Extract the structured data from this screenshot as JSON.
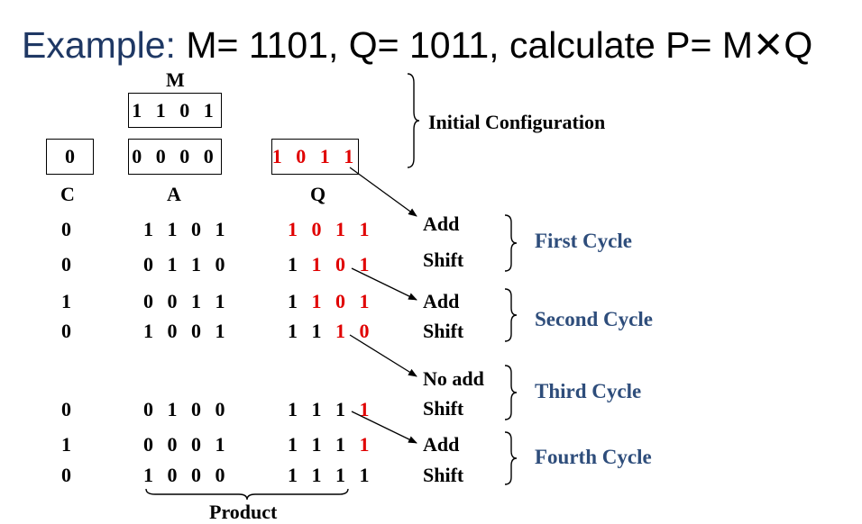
{
  "title": {
    "lead": "Example:",
    "rest": "M= 1101, Q= 1011,  calculate P= M✕Q"
  },
  "headers": {
    "m": "M",
    "c": "C",
    "a": "A",
    "q": "Q"
  },
  "initial": {
    "m": "1 1 0 1",
    "c": "0",
    "a": "0 0 0 0",
    "q": "1 0 1 1",
    "label": "Initial Configuration"
  },
  "rows": [
    {
      "c": "0",
      "a": "1 1 0 1",
      "q_black": "",
      "q_red": "1 0 1 1",
      "q_black_tail": ""
    },
    {
      "c": "0",
      "a": "0 1 1 0",
      "q_black": "1 ",
      "q_red": "1 0 1",
      "q_black_tail": ""
    },
    {
      "c": "1",
      "a": "0 0 1 1",
      "q_black": "1 ",
      "q_red": "1 0 1",
      "q_black_tail": ""
    },
    {
      "c": "0",
      "a": "1 0 0 1",
      "q_black": "1 1 ",
      "q_red": "1 0",
      "q_black_tail": ""
    },
    {
      "c": "0",
      "a": "0 1 0 0",
      "q_black": "1 1 1 ",
      "q_red": "1",
      "q_black_tail": ""
    },
    {
      "c": "1",
      "a": "0 0 0 1",
      "q_black": "1 1 1 ",
      "q_red": "1",
      "q_black_tail": ""
    },
    {
      "c": "0",
      "a": "1 0 0 0",
      "q_black": "1 1 1 1",
      "q_red": "",
      "q_black_tail": ""
    }
  ],
  "ops": [
    "Add",
    "Shift",
    "Add",
    "Shift",
    "No add",
    "Shift",
    "Add",
    "Shift"
  ],
  "cycles": [
    "First Cycle",
    "Second Cycle",
    "Third Cycle",
    "Fourth Cycle"
  ],
  "product_label": "Product",
  "colors": {
    "title_lead": "#1f3864",
    "cycle": "#2e4d7b",
    "highlight": "#e00000"
  }
}
